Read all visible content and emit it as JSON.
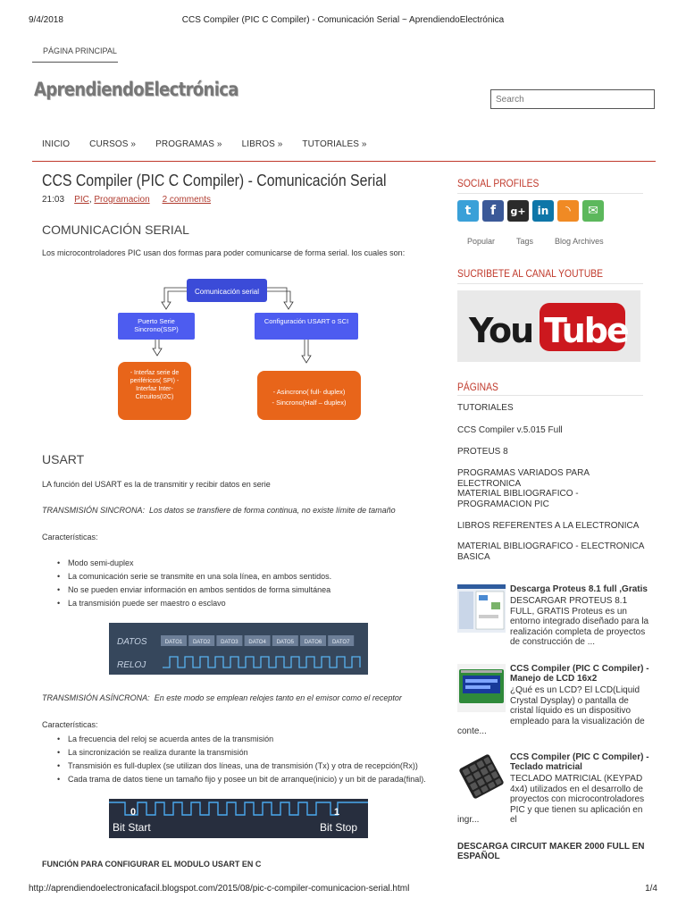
{
  "print": {
    "date": "9/4/2018",
    "title": "CCS Compiler (PIC C Compiler) - Comunicación Serial ~ AprendiendoElectrónica",
    "url": "http://aprendiendoelectronicafacil.blogspot.com/2015/08/pic-c-compiler-comunicacion-serial.html",
    "pages": "1/4"
  },
  "header": {
    "top_tab": "PÁGINA PRINCIPAL",
    "logo": "AprendiendoElectrónica",
    "search_placeholder": "Search"
  },
  "nav": [
    "INICIO",
    "CURSOS »",
    "PROGRAMAS »",
    "LIBROS »",
    "TUTORIALES »"
  ],
  "post": {
    "title": "CCS Compiler (PIC C Compiler) - Comunicación Serial",
    "time": "21:03",
    "label1": "PIC",
    "label_sep": ", ",
    "label2": "Programacion",
    "comments": "2 comments",
    "h_serial": "COMUNICACIÓN SERIAL",
    "intro": "Los microcontroladores PIC usan dos formas para poder comunicarse de forma serial. los cuales son:",
    "diagram": {
      "root": "Comunicación serial",
      "left": "Puerto Serie Sincrono(SSP)",
      "right": "Configuración USART o SCI",
      "left_detail": "- Interfaz serie de periféricos( SPI) - Interfaz Inter-Circuitos(I2C)",
      "right_detail_1": "- Asincrono( full- duplex)",
      "right_detail_2": "- Sincrono(Half – duplex)"
    },
    "h_usart": "USART",
    "usart_desc": "LA función del USART es la de transmitir y recibir datos en serie",
    "sync_title": "TRANSMISIÓN SINCRONA:",
    "sync_desc": "Los datos se transfiere de forma continua, no existe límite de tamaño",
    "caracteristicas1": "Características:",
    "sync_bullets": [
      "Modo semi-duplex",
      "La comunicación serie se transmite en una sola línea, en ambos sentidos.",
      "No se pueden enviar información en ambos sentidos de forma simultánea",
      "La transmisión puede ser maestro o esclavo"
    ],
    "datos_figure": {
      "datos": "DATOS",
      "reloj": "RELOJ",
      "cells": [
        "DATO1",
        "DATO2",
        "DATO3",
        "DATO4",
        "DATO5",
        "DATO6",
        "DATO7"
      ]
    },
    "async_title": "TRANSMISIÓN ASÍNCRONA:",
    "async_desc": "En este modo se emplean relojes tanto en el emisor como el receptor",
    "caracteristicas2": "Características:",
    "async_bullets": [
      "La frecuencia del reloj se acuerda antes de la transmisión",
      "La sincronización se realiza durante la transmisión",
      "Transmisión es full-duplex (se utilizan dos líneas, una de transmisión (Tx) y otra de recepción(Rx))",
      "Cada trama de datos tiene un tamaño fijo y posee un bit de arranque(inicio) y un bit de parada(final)."
    ],
    "bit_figure": {
      "zero": "0",
      "one": "1",
      "start": "Bit Start",
      "stop": "Bit Stop"
    },
    "func_heading": "FUNCIÓN PARA CONFIGURAR EL MODULO USART EN C"
  },
  "sidebar": {
    "social_heading": "SOCIAL PROFILES",
    "icons": [
      {
        "name": "twitter-icon",
        "glyph": "t",
        "color": "#3aa0d8"
      },
      {
        "name": "facebook-icon",
        "glyph": "f",
        "color": "#3b5998"
      },
      {
        "name": "google-plus-icon",
        "glyph": "g+",
        "color": "#2b2b2b"
      },
      {
        "name": "linkedin-icon",
        "glyph": "in",
        "color": "#0e76a8"
      },
      {
        "name": "rss-icon",
        "glyph": "◝",
        "color": "#f08a24"
      },
      {
        "name": "email-icon",
        "glyph": "✉",
        "color": "#5cb85c"
      }
    ],
    "tabs": [
      "Popular",
      "Tags",
      "Blog Archives"
    ],
    "youtube_heading": "SUCRIBETE AL CANAL YOUTUBE",
    "youtube_you": "You",
    "youtube_tube": "Tube",
    "paginas_heading": "PÁGINAS",
    "pages": [
      "TUTORIALES",
      "CCS Compiler v.5.015 Full",
      "PROTEUS 8",
      "PROGRAMAS VARIADOS PARA ELECTRONICA",
      "MATERIAL BIBLIOGRAFICO - PROGRAMACION PIC",
      "LIBROS REFERENTES A LA ELECTRONICA",
      "MATERIAL BIBLIOGRAFICO - ELECTRONICA BASICA"
    ],
    "popular": [
      {
        "title": "Descarga Proteus 8.1 full ,Gratis",
        "text": "DESCARGAR PROTEUS 8.1 FULL, GRATIS Proteus es un entorno integrado diseñado para la realización completa de proyectos de construcción de ...",
        "tail": ""
      },
      {
        "title": "CCS Compiler (PIC C Compiler) - Manejo de LCD 16x2",
        "text": "¿Qué es un LCD? El LCD(Liquid Crystal Dysplay) o pantalla de cristal líquido es un dispositivo empleado para la visualización de",
        "tail": "conte..."
      },
      {
        "title": "CCS Compiler (PIC C Compiler) - Teclado matricial",
        "text": "TECLADO MATRICIAL (KEYPAD 4x4) utilizados en el desarrollo de proyectos con microcontroladores PIC y que tienen su aplicación en el",
        "tail": "ingr..."
      }
    ],
    "last_bold": "DESCARGA CIRCUIT MAKER 2000 FULL EN ESPAÑOL"
  }
}
